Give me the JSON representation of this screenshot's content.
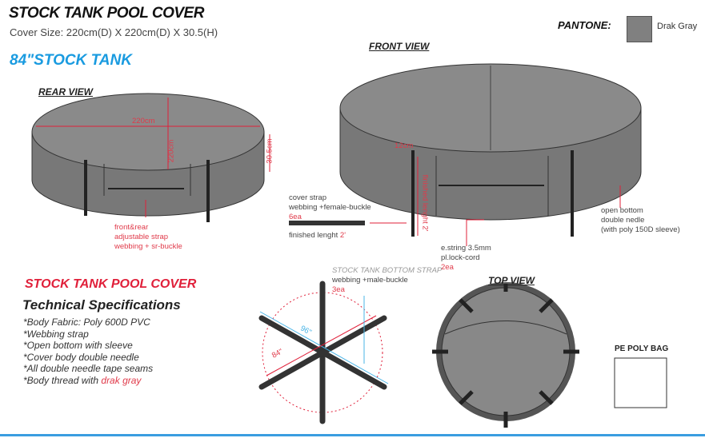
{
  "header": {
    "title": "STOCK TANK  POOL COVER",
    "cover_size": "Cover Size: 220cm(D) X 220cm(D) X 30.5(H)",
    "model": "84\"STOCK TANK"
  },
  "pantone": {
    "label": "PANTONE:",
    "color_name": "Drak Gray",
    "swatch": "#808080"
  },
  "rear_view": {
    "label": "REAR VIEW",
    "width_dim": "220cm",
    "depth_dim": "220cm",
    "height_dim": "30.5cm",
    "note": [
      "front&rear",
      "adjustable strap",
      "webbing + sr-buckle"
    ]
  },
  "front_view": {
    "label": "FRONT VIEW",
    "dim_12": "12cm",
    "finished_vertical": "finished lenght 2'",
    "strap_note": {
      "line1": "cover strap",
      "line2": "webbing +female-buckle",
      "qty": "6ea",
      "finished": "finished lenght ",
      "finished_val": "2'"
    },
    "cord_note": {
      "line1": "e.string 3.5mm",
      "line2": "pl.lock-cord",
      "qty": "2ea"
    },
    "bottom_note": [
      "open bottom",
      "double nedle",
      "(with poly 150D sleeve)"
    ]
  },
  "bottom_strap": {
    "title": "STOCK TANK  BOTTOM STRAP",
    "line2": "webbing +male-buckle",
    "qty": "3ea",
    "dim_96": "96\"",
    "dim_84": "84\""
  },
  "top_view": {
    "label": "TOP VIEW"
  },
  "bag": {
    "label": "PE POLY BAG"
  },
  "specs": {
    "title": "STOCK TANK POOL COVER",
    "subtitle": "Technical Specifications",
    "items": [
      "*Body Fabric: Poly 600D PVC",
      "*Webbing strap",
      "*Open bottom with sleeve",
      "*Cover body double needle",
      "*All double needle tape seams"
    ],
    "last_prefix": "*Body thread with ",
    "last_highlight": "drak gray"
  },
  "colors": {
    "accent_blue": "#1a9be0",
    "accent_red": "#e0203a",
    "cover_gray": "#7a7a7a"
  }
}
